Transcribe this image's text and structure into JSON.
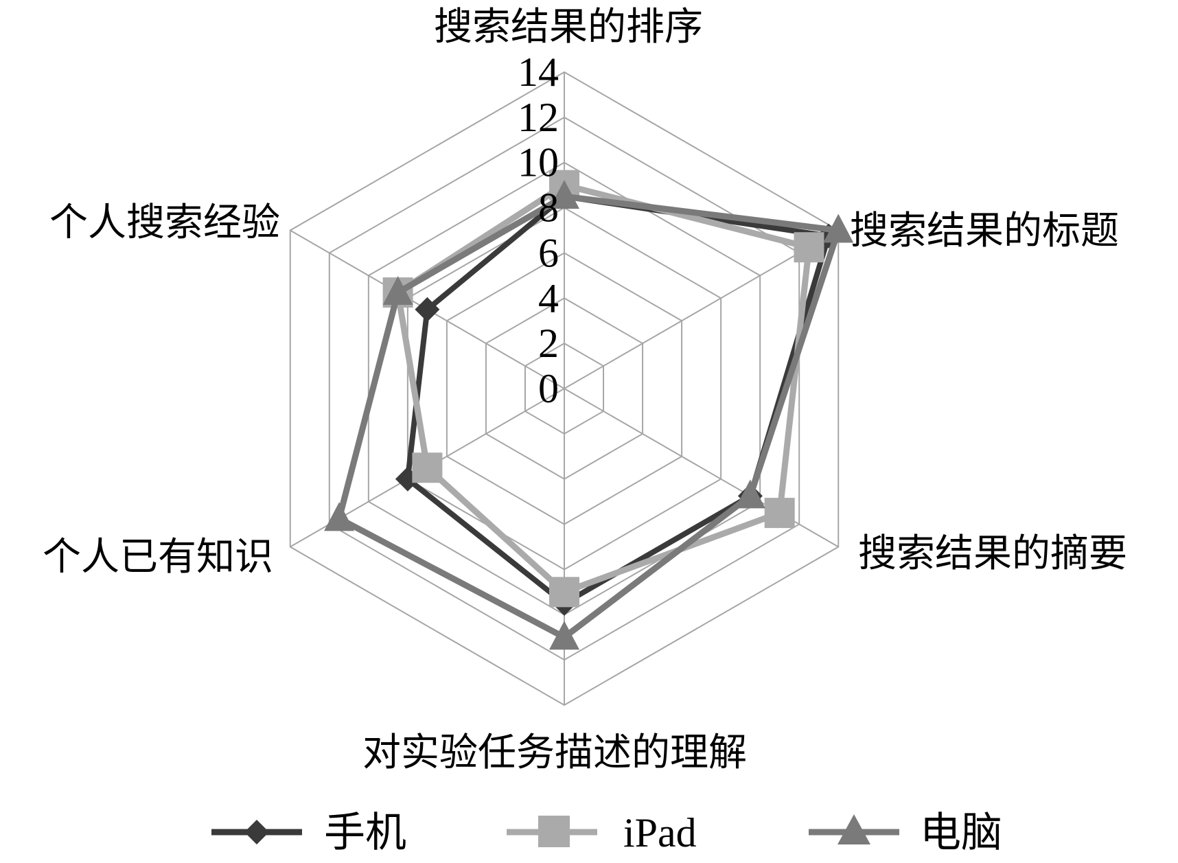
{
  "chart_data": {
    "type": "radar",
    "title": "",
    "axes": [
      "搜索结果的排序",
      "搜索结果的标题",
      "搜索结果的摘要",
      "对实验任务描述的理解",
      "个人已有知识",
      "个人搜索经验"
    ],
    "ticks": [
      "0",
      "2",
      "4",
      "6",
      "8",
      "10",
      "12",
      "14"
    ],
    "range": [
      0,
      14
    ],
    "grid": true,
    "legend_position": "bottom",
    "series": [
      {
        "name": "手机",
        "values": [
          8.5,
          13.5,
          9.5,
          9.5,
          8.0,
          7.0
        ],
        "color": "#3a3a3a",
        "marker": "diamond"
      },
      {
        "name": "iPad",
        "values": [
          9.0,
          12.5,
          11.0,
          9.0,
          7.0,
          8.5
        ],
        "color": "#aaaaaa",
        "marker": "square"
      },
      {
        "name": "电脑",
        "values": [
          8.5,
          14.0,
          9.5,
          11.0,
          11.5,
          8.5
        ],
        "color": "#7a7a7a",
        "marker": "triangle"
      }
    ]
  }
}
